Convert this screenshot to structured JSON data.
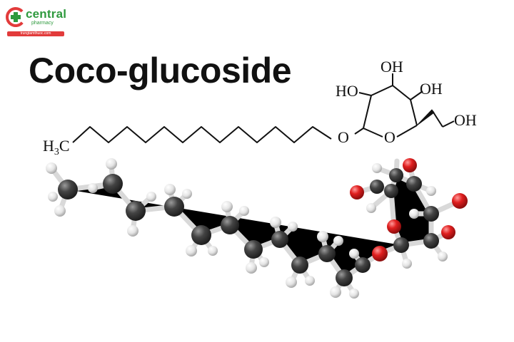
{
  "brand": {
    "name": "central",
    "sub": "pharmacy",
    "url": "trungtamthuoc.com",
    "colors": {
      "green": "#2f9a3e",
      "red": "#e23b3b"
    }
  },
  "title": "Coco-glucoside",
  "structure": {
    "labels": {
      "oh_top": "OH",
      "ho_left": "HO",
      "oh_right": "OH",
      "oh_chain": "OH",
      "ring_o": "O",
      "ether_o": "O",
      "methyl": "H3C"
    }
  },
  "colors": {
    "carbon": "#3a3a3a",
    "hydrogen": "#e6e6e6",
    "oxygen": "#d22626",
    "bond": "#111111"
  }
}
